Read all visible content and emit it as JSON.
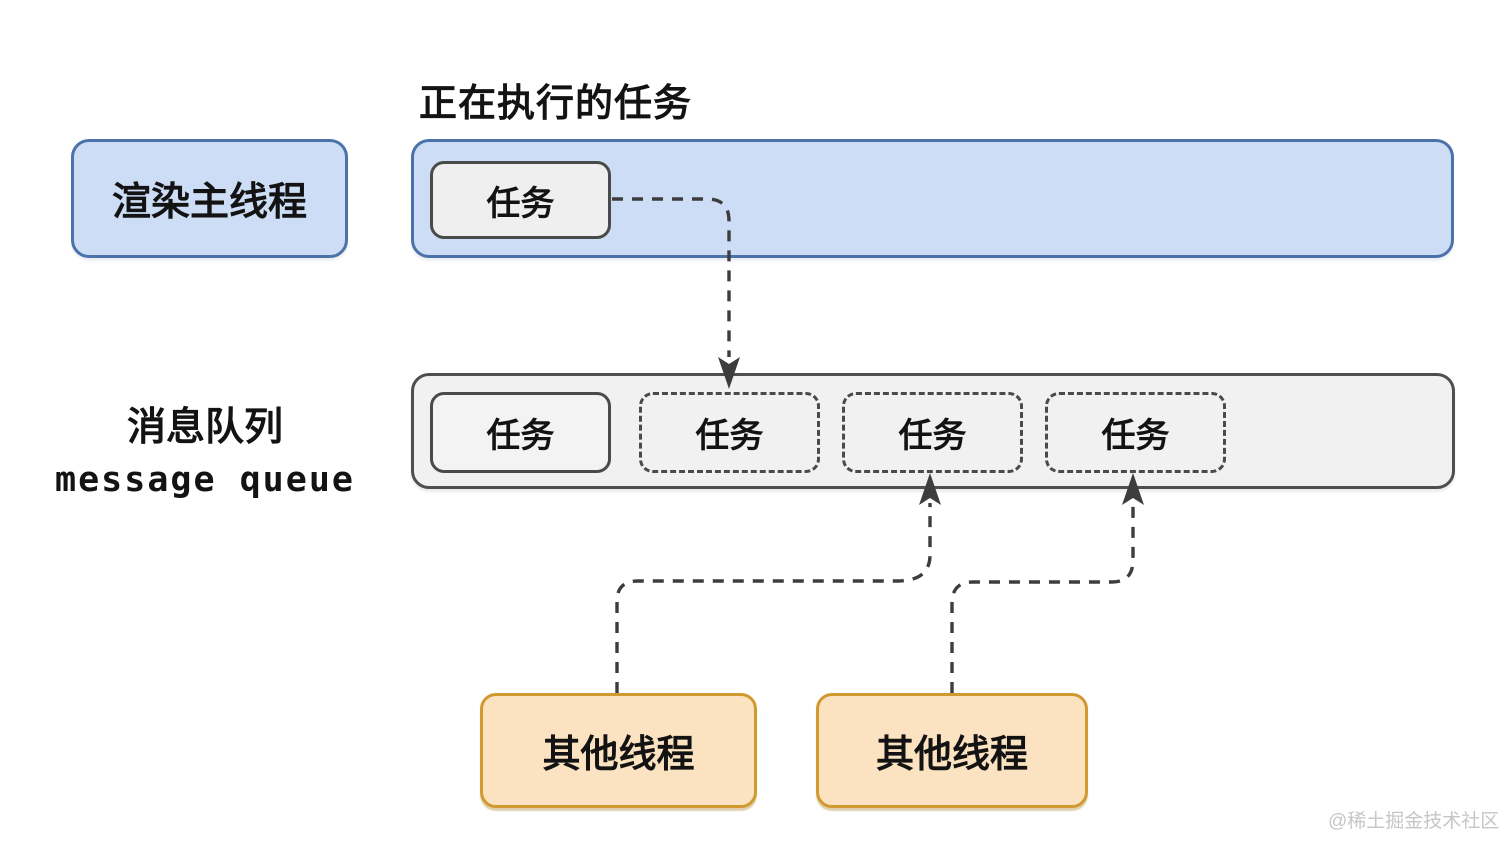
{
  "title": "正在执行的任务",
  "main_thread": {
    "label": "渲染主线程",
    "running_task": "任务"
  },
  "queue": {
    "label_cn": "消息队列",
    "label_en": "message queue",
    "tasks": [
      {
        "label": "任务",
        "style": "solid"
      },
      {
        "label": "任务",
        "style": "dashed"
      },
      {
        "label": "任务",
        "style": "dashed"
      },
      {
        "label": "任务",
        "style": "dashed"
      }
    ]
  },
  "other_threads": [
    {
      "label": "其他线程"
    },
    {
      "label": "其他线程"
    }
  ],
  "watermark": "@稀土掘金技术社区",
  "colors": {
    "thread_fill": "#cdddf5",
    "thread_border": "#4c73a9",
    "queue_fill": "#f1f1f1",
    "queue_border": "#4f4f4f",
    "task_fill": "#efefef",
    "task_border": "#4a4a4a",
    "other_thread_fill": "#fbe3c2",
    "other_thread_border": "#d19a30",
    "connector": "#3d3d3d",
    "text": "#131313",
    "watermark": "#c6c6c6"
  }
}
